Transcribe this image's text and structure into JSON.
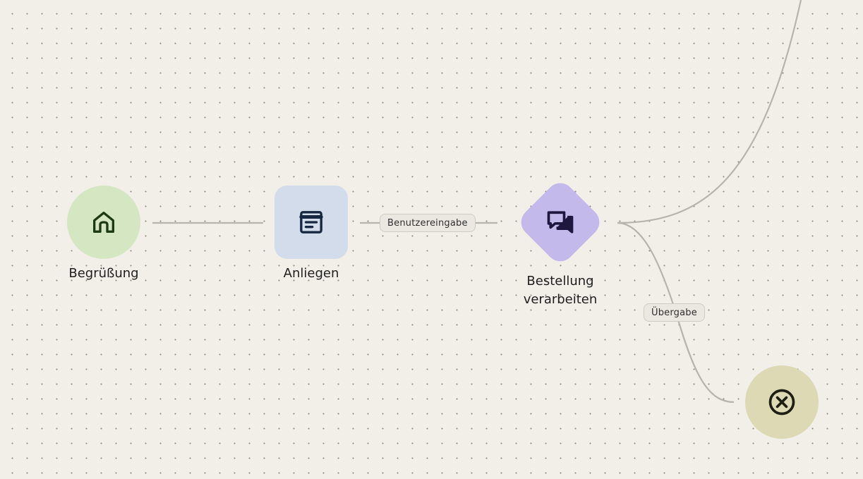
{
  "canvas": {
    "background": "#f2efe9",
    "dot_color": "#8f8a82"
  },
  "nodes": {
    "greeting": {
      "label": "Begrüßung",
      "icon": "home-icon",
      "color": "#d5e6c3"
    },
    "request": {
      "label": "Anliegen",
      "icon": "form-icon",
      "color": "#d3dcea"
    },
    "process_order": {
      "label_line1": "Bestellung",
      "label_line2": "verarbeiten",
      "icon": "chat-bubbles-icon",
      "color": "#c3b9ea"
    },
    "end": {
      "icon": "close-circle-icon",
      "color": "#dcd9b4"
    }
  },
  "edges": {
    "user_input_label": "Benutzereingabe",
    "handover_label": "Übergabe"
  }
}
